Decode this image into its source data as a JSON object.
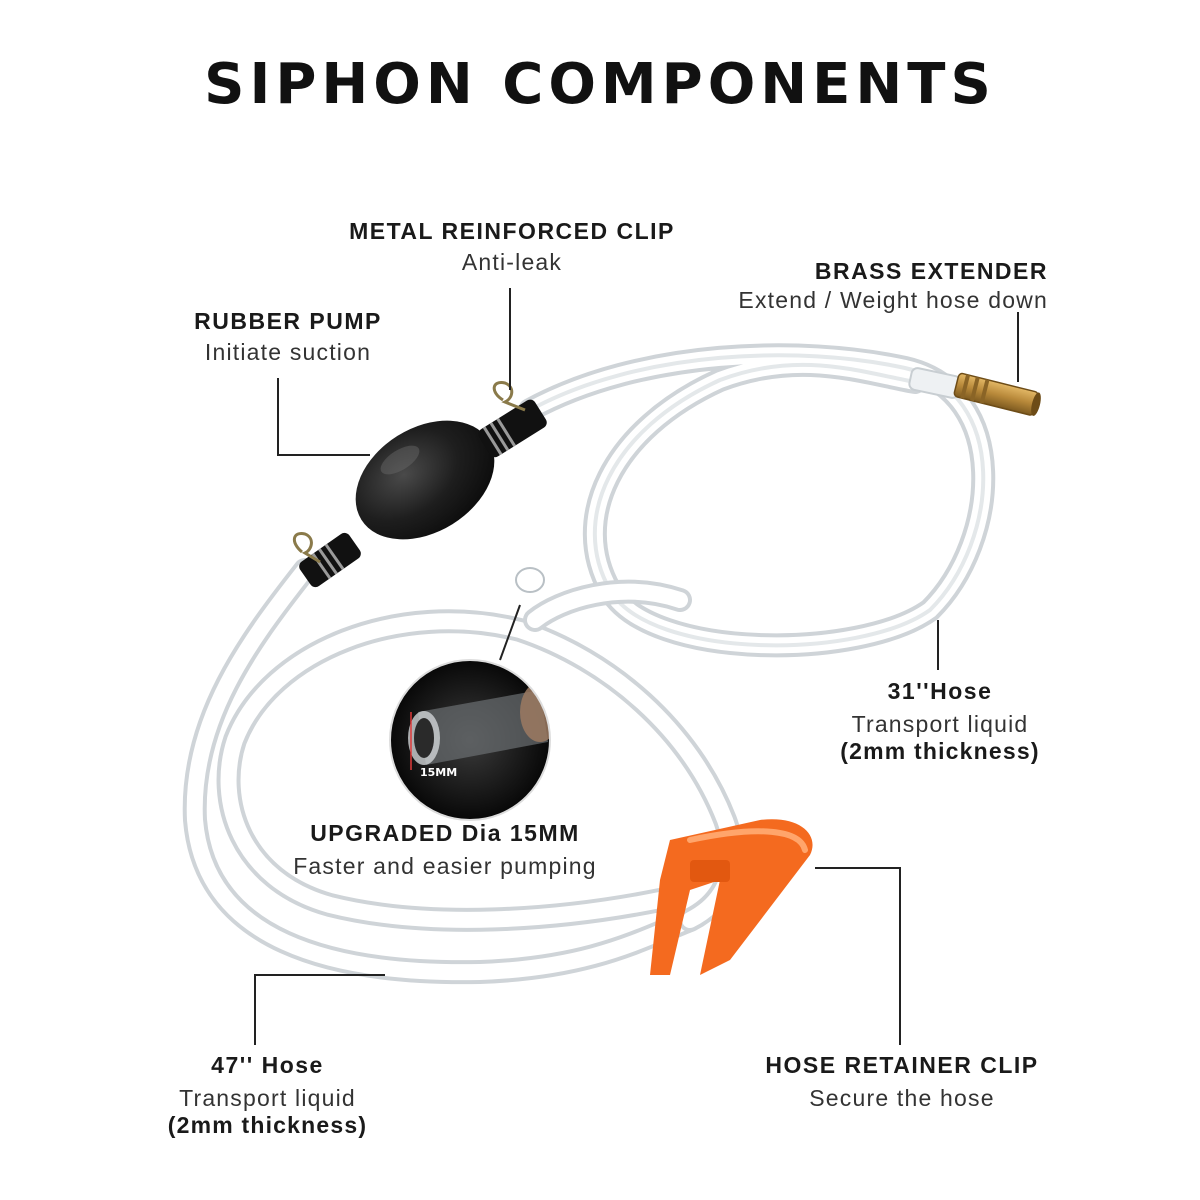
{
  "title": "SIPHON COMPONENTS",
  "colors": {
    "hose": "#d9dde0",
    "pump": "#1b1b1b",
    "brass": "#b8893a",
    "retainer_clip": "#f46a1f",
    "leader_line": "#222222"
  },
  "icons": {
    "pump": "rubber-bulb",
    "clip": "spring-clip",
    "extender": "brass-tube",
    "retainer": "hose-retainer-clip",
    "inset": "magnified-hose-end"
  },
  "components": {
    "metal_clip": {
      "heading": "METAL REINFORCED CLIP",
      "desc": "Anti-leak"
    },
    "brass_extender": {
      "heading": "BRASS EXTENDER",
      "desc": "Extend / Weight hose down"
    },
    "rubber_pump": {
      "heading": "RUBBER PUMP",
      "desc": "Initiate suction"
    },
    "hose_31": {
      "heading": "31''Hose",
      "desc": "Transport liquid",
      "note": "(2mm thickness)"
    },
    "diameter": {
      "heading": "UPGRADED Dia 15MM",
      "desc": "Faster and easier pumping",
      "inset_label": "15MM"
    },
    "hose_47": {
      "heading": "47'' Hose",
      "desc": "Transport liquid",
      "note": "(2mm thickness)"
    },
    "retainer_clip": {
      "heading": "HOSE RETAINER CLIP",
      "desc": "Secure the hose"
    }
  }
}
